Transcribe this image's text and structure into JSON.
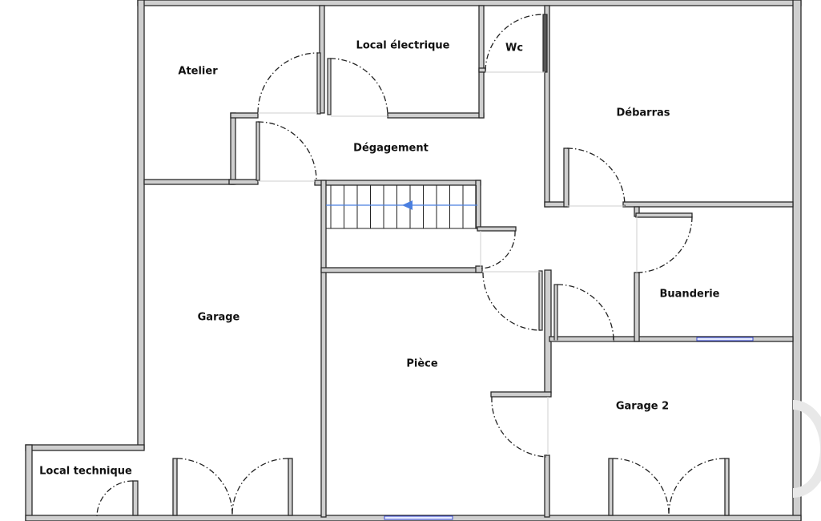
{
  "plan": {
    "rooms": [
      {
        "id": "atelier",
        "label": "Atelier"
      },
      {
        "id": "local-electrique",
        "label": "Local électrique"
      },
      {
        "id": "wc",
        "label": "Wc"
      },
      {
        "id": "debarras",
        "label": "Débarras"
      },
      {
        "id": "degagement",
        "label": "Dégagement"
      },
      {
        "id": "garage",
        "label": "Garage"
      },
      {
        "id": "piece",
        "label": "Pièce"
      },
      {
        "id": "buanderie",
        "label": "Buanderie"
      },
      {
        "id": "garage-2",
        "label": "Garage 2"
      },
      {
        "id": "local-technique",
        "label": "Local technique"
      }
    ]
  },
  "colors": {
    "wall": "#cfcfcf",
    "outline": "#2a2a2a",
    "stair_arrow": "#4a7fe0",
    "window": "#3a4bd0"
  }
}
